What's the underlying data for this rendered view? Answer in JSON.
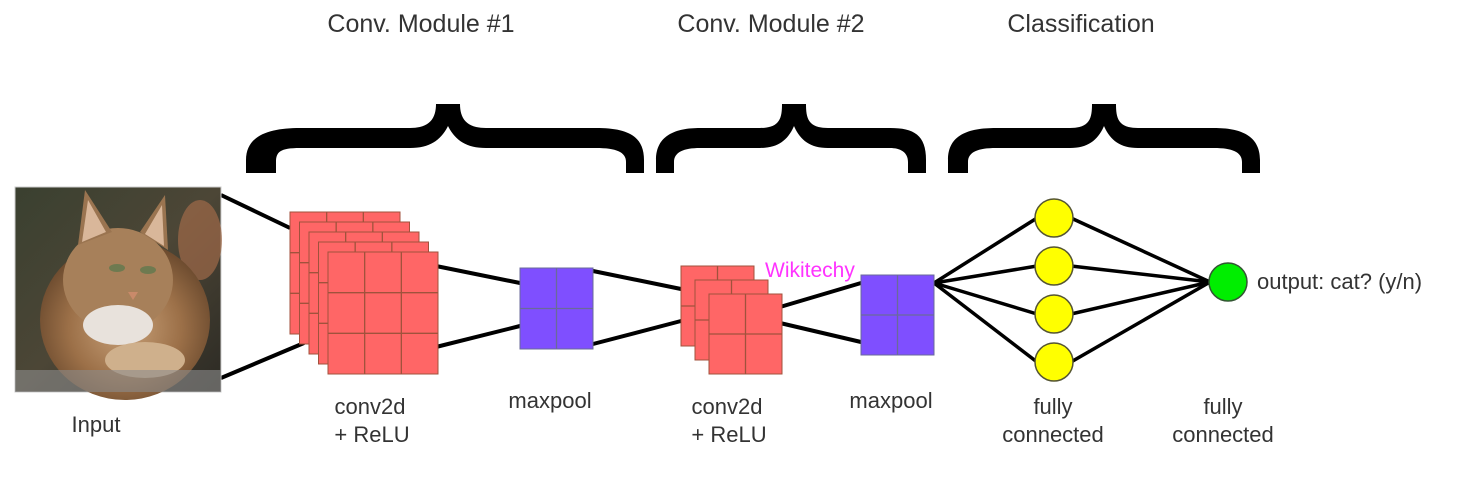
{
  "sections": [
    {
      "id": "conv1",
      "title": "Conv. Module #1"
    },
    {
      "id": "conv2",
      "title": "Conv. Module #2"
    },
    {
      "id": "classification",
      "title": "Classification"
    }
  ],
  "input": {
    "label": "Input",
    "image": "cat photo"
  },
  "layers": {
    "conv1": {
      "line1": "conv2d",
      "line2": "+ ReLU",
      "feature_maps": 5,
      "grid": 3
    },
    "pool1": {
      "label": "maxpool",
      "grid": 2
    },
    "conv2": {
      "line1": "conv2d",
      "line2": "+ ReLU",
      "feature_maps": 3,
      "grid": 2
    },
    "pool2": {
      "label": "maxpool",
      "grid": 2
    },
    "fc1": {
      "line1": "fully",
      "line2": "connected",
      "neurons": 4
    },
    "fc2": {
      "line1": "fully",
      "line2": "connected",
      "neurons": 1
    }
  },
  "output": {
    "label": "output: cat? (y/n)"
  },
  "watermark": "Wikitechy",
  "colors": {
    "conv": "#ff6666",
    "conv_grid": "#a0523c",
    "pool": "#7f4fff",
    "pool_grid": "#6a6a9a",
    "fc_neuron": "#ffff00",
    "output_neuron": "#00ee00",
    "edge": "#000000",
    "text": "#333333",
    "watermark": "#ff33ff"
  }
}
